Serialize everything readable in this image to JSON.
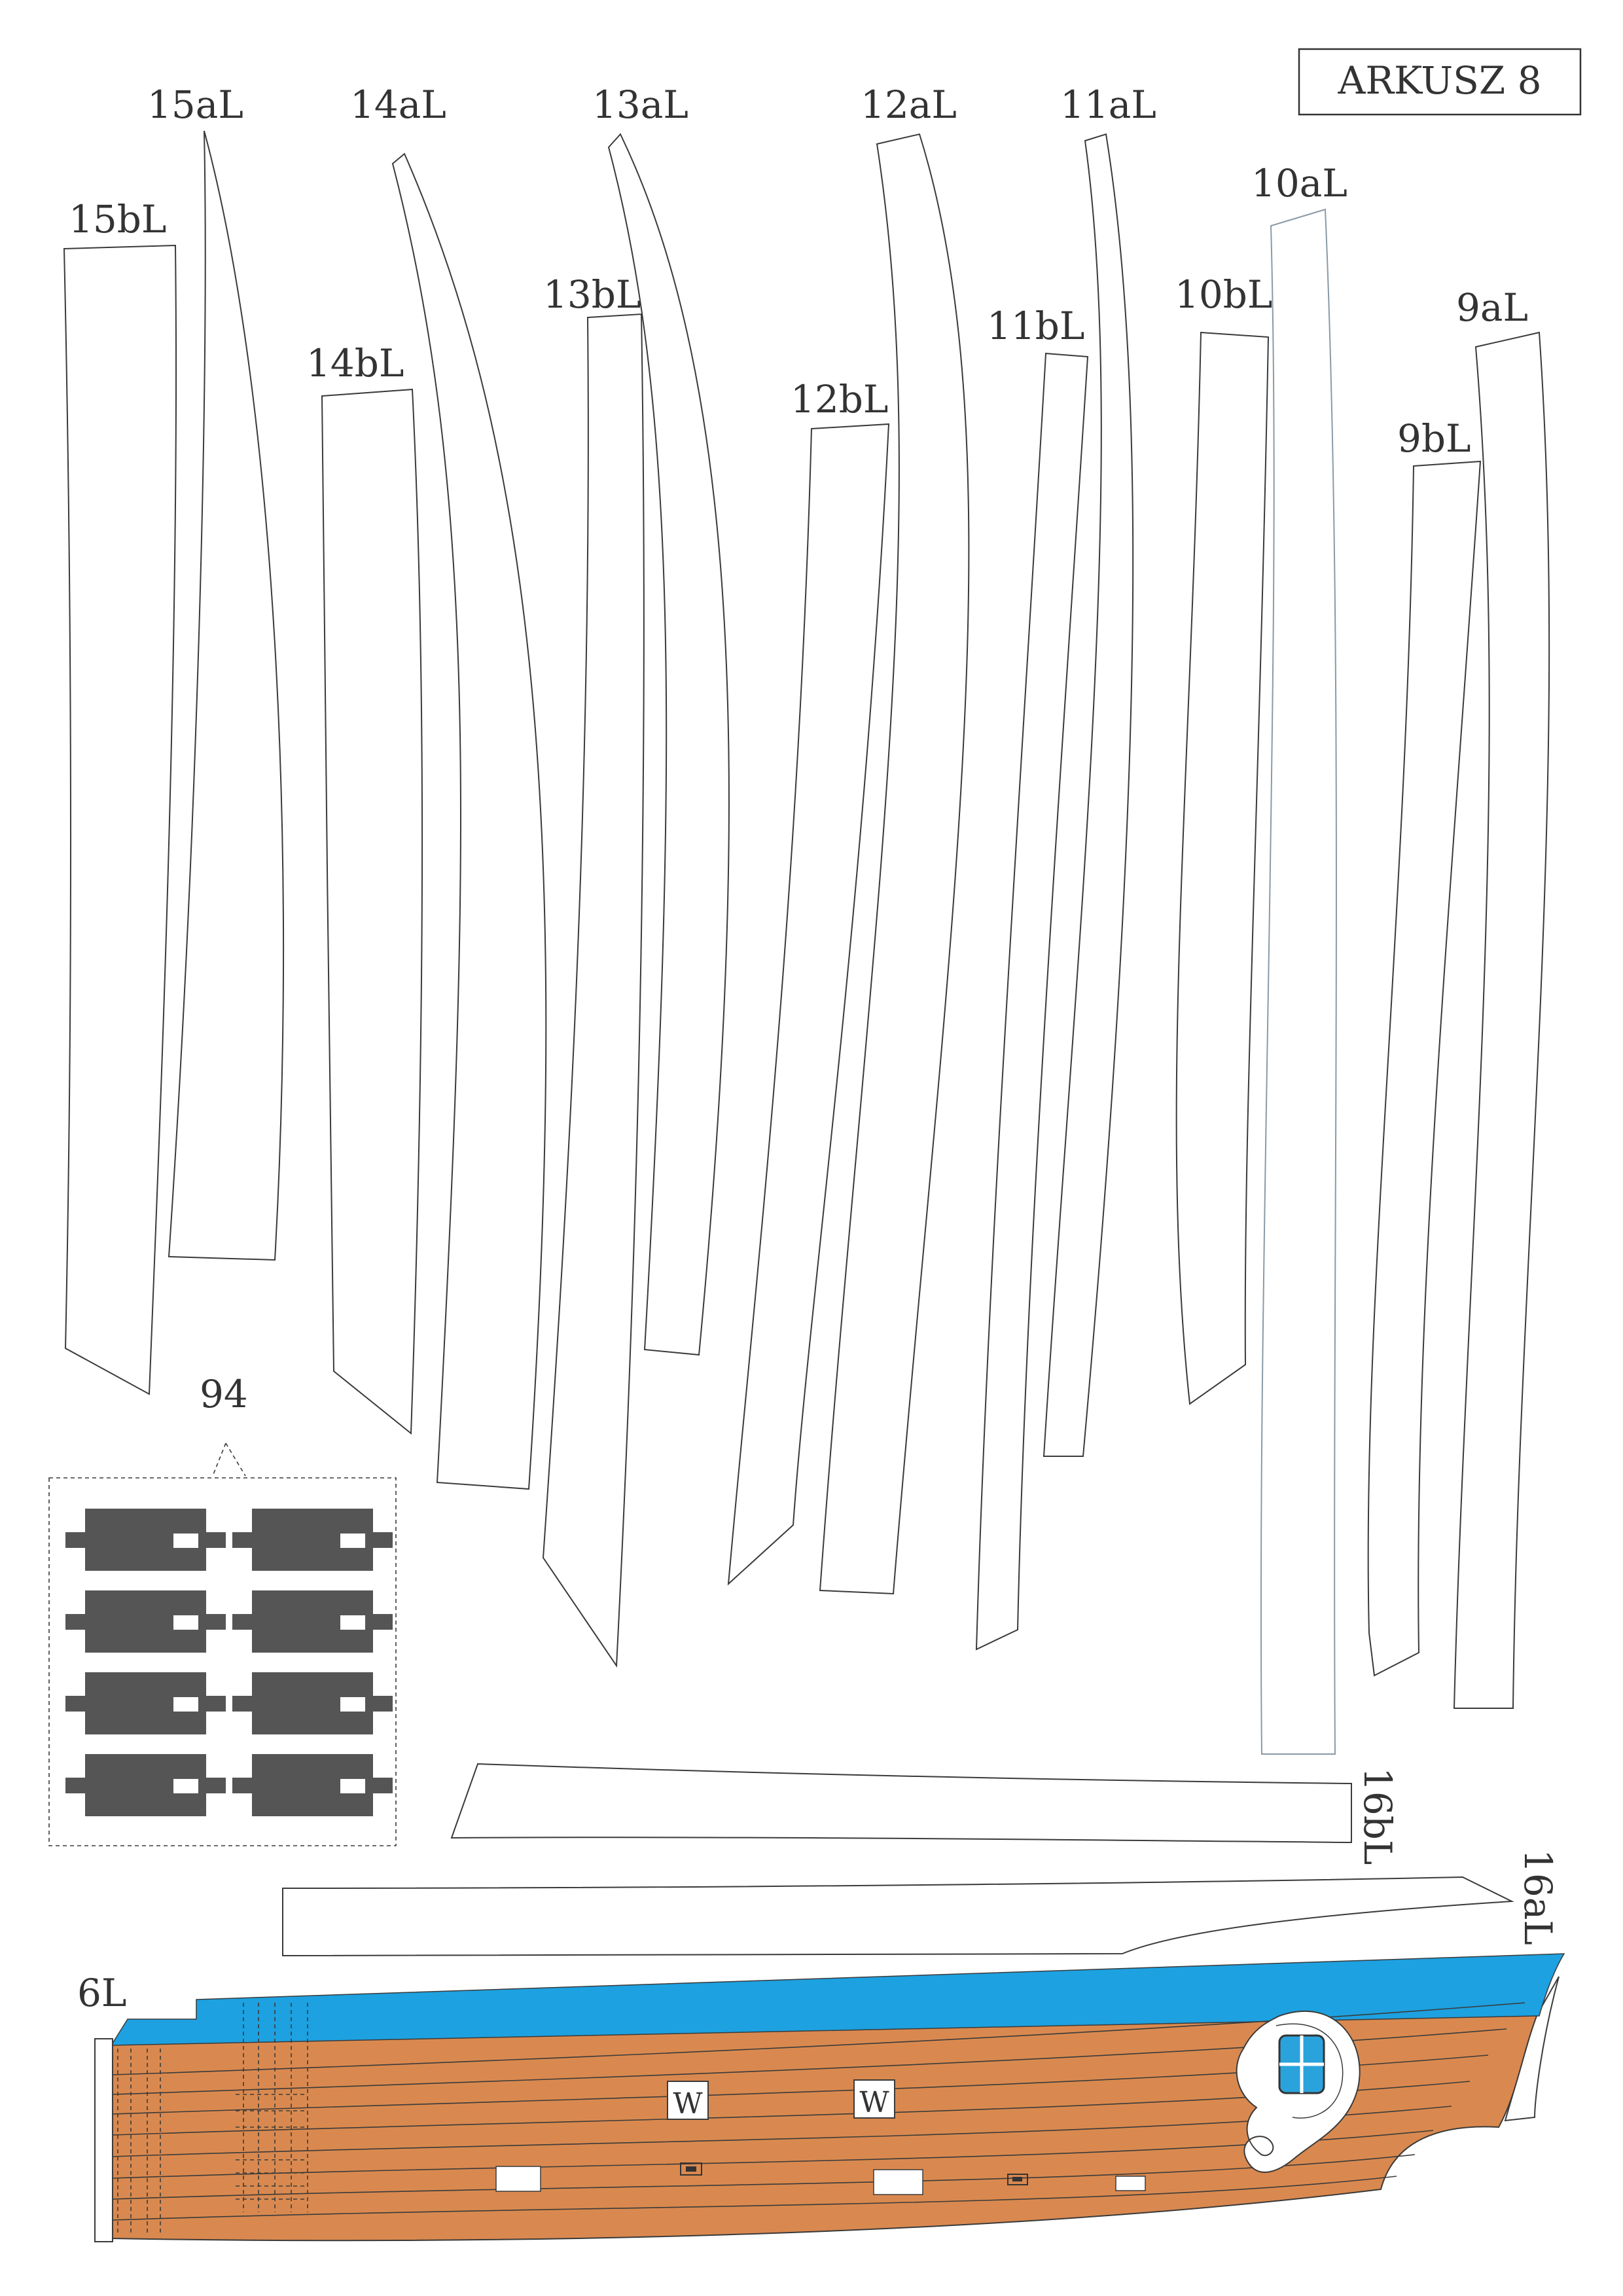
{
  "sheet_label": "ARKUSZ 8",
  "parts": {
    "p15aL": "15aL",
    "p15bL": "15bL",
    "p14aL": "14aL",
    "p14bL": "14bL",
    "p13aL": "13aL",
    "p13bL": "13bL",
    "p12aL": "12aL",
    "p12bL": "12bL",
    "p11aL": "11aL",
    "p11bL": "11bL",
    "p10aL": "10aL",
    "p10bL": "10bL",
    "p9aL": "9aL",
    "p9bL": "9bL",
    "p16aL": "16aL",
    "p16bL": "16bL",
    "p6L": "6L",
    "p94": "94"
  },
  "hull": {
    "port_marks": [
      "W",
      "W"
    ],
    "colors": {
      "rail": "#1da1e0",
      "planking": "#d9894f",
      "window": "#2aa3dc",
      "tab": "#555555"
    }
  }
}
